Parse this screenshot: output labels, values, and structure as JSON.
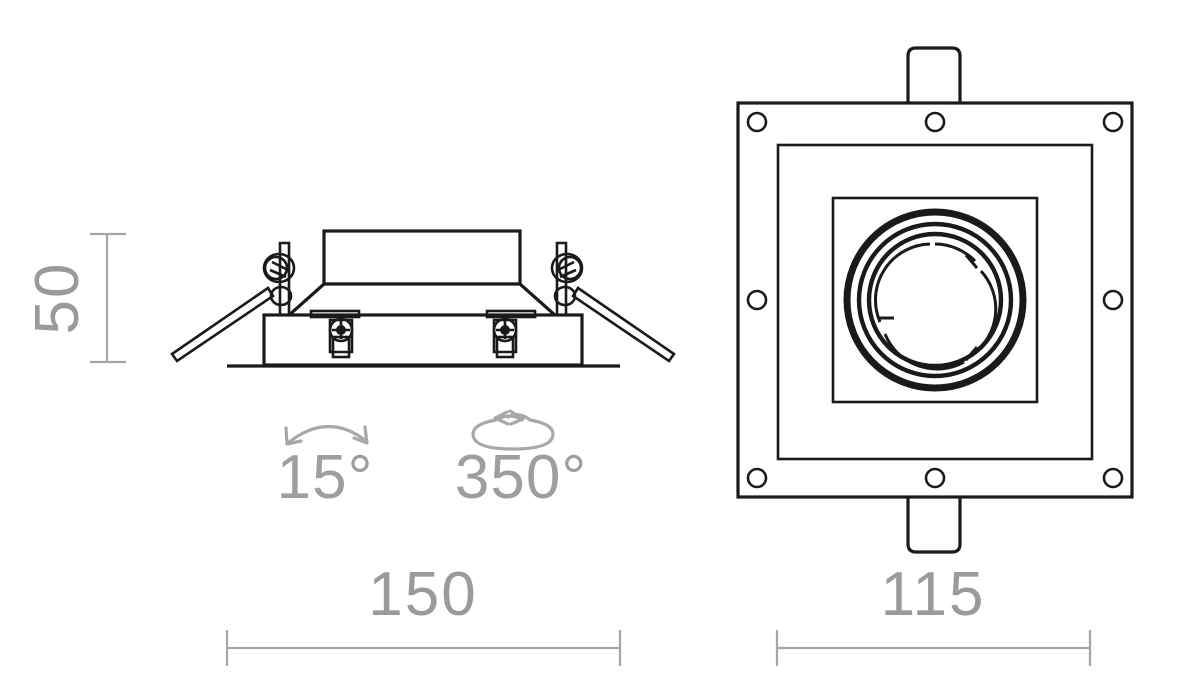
{
  "document": {
    "type": "technical-dimension-drawing",
    "subject": "square recessed adjustable downlight",
    "background_color": "#ffffff",
    "line_color": "#1a1a1a",
    "dimension_color": "#a6a6a6",
    "annotation_color": "#9e9e9e"
  },
  "views": {
    "side_view": {
      "name": "side-elevation-view",
      "dimensions": {
        "height": {
          "value": "50",
          "orientation": "vertical",
          "position": "left"
        },
        "width": {
          "value": "150",
          "orientation": "horizontal",
          "position": "bottom"
        }
      },
      "features": [
        "lamp-housing-body",
        "trim-flange",
        "ceiling-line",
        "left-spring-clip",
        "right-spring-clip",
        "left-locking-screw",
        "right-locking-screw"
      ]
    },
    "front_view": {
      "name": "front-plan-view",
      "dimensions": {
        "width": {
          "value": "115",
          "orientation": "horizontal",
          "position": "bottom"
        }
      },
      "features": [
        "outer-mounting-plate",
        "top-mounting-tab",
        "bottom-mounting-tab",
        "inner-square-frame",
        "lamp-aperture-square",
        "concentric-reflector-rings"
      ],
      "screw_hole_count": 8
    }
  },
  "annotations": {
    "tilt": {
      "label": "15°",
      "icon": "tilt-arc-arrow",
      "meaning": "tilt adjustment range"
    },
    "rotation": {
      "label": "350°",
      "icon": "rotation-ellipse-arrow",
      "meaning": "rotation adjustment range"
    }
  },
  "dimension_labels": {
    "height_50": "50",
    "width_150": "150",
    "width_115": "115"
  }
}
